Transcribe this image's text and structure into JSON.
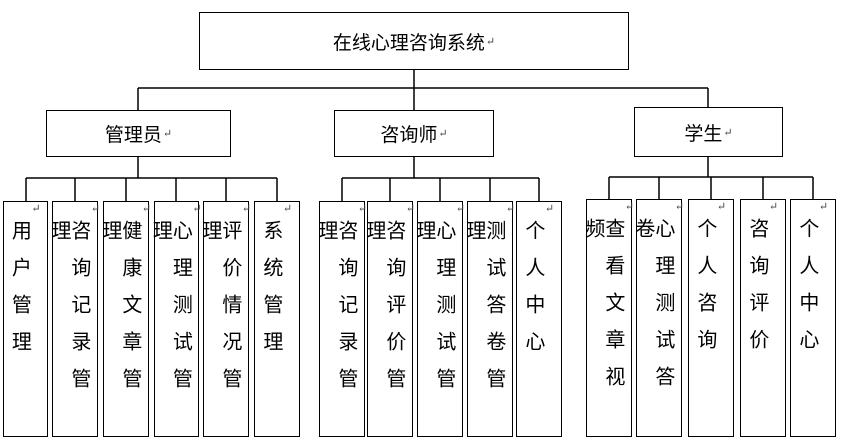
{
  "diagram": {
    "root": {
      "label": "在线心理咨询系统",
      "mark": "↵"
    },
    "roles": [
      {
        "label": "管理员",
        "mark": "↵",
        "functions": [
          {
            "label": "用户管理",
            "mark": "↵"
          },
          {
            "label": "咨询记录管理",
            "mark": "↵"
          },
          {
            "label": "健康文章管理",
            "mark": "↵"
          },
          {
            "label": "心理测试管理",
            "mark": "↵"
          },
          {
            "label": "评价情况管理",
            "mark": "↵"
          },
          {
            "label": "系统管理",
            "mark": "↵"
          }
        ]
      },
      {
        "label": "咨询师",
        "mark": "↵",
        "functions": [
          {
            "label": "咨询记录管理",
            "mark": "↵"
          },
          {
            "label": "咨询评价管理",
            "mark": "↵"
          },
          {
            "label": "心理测试管理",
            "mark": "↵"
          },
          {
            "label": "测试答卷管理",
            "mark": "↵"
          },
          {
            "label": "个人中心",
            "mark": "↵"
          }
        ]
      },
      {
        "label": "学生",
        "mark": "↵",
        "functions": [
          {
            "label": "查看文章视频",
            "mark": "↵"
          },
          {
            "label": "心理测试答卷",
            "mark": "↵"
          },
          {
            "label": "个人咨询",
            "mark": "↵"
          },
          {
            "label": "咨询评价",
            "mark": "↵"
          },
          {
            "label": "个人中心",
            "mark": "↵"
          }
        ]
      }
    ]
  }
}
